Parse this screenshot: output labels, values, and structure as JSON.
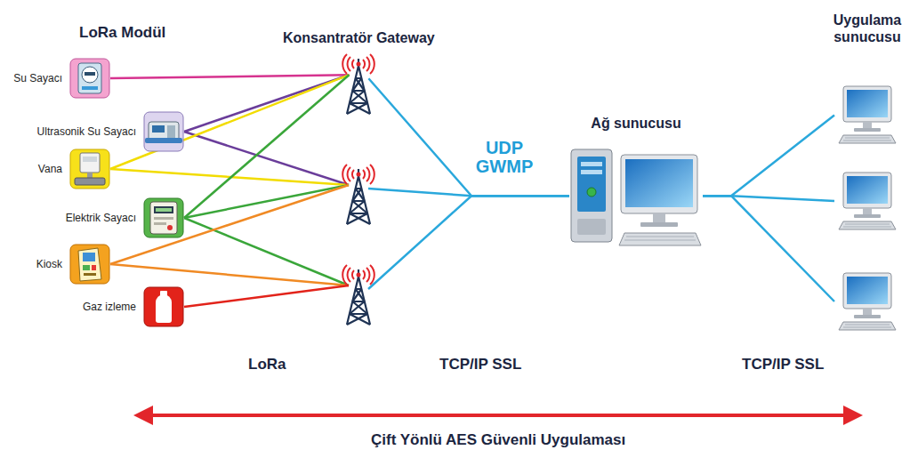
{
  "diagram": {
    "nodes": [
      {
        "text": [
          "Su Sayacı"
        ]
      },
      {
        "text": [
          "Ultrasonik Su Sayacı"
        ]
      },
      {
        "text": [
          "Vana"
        ]
      },
      {
        "text": [
          "Elektrik Sayacı"
        ]
      },
      {
        "text": [
          "Kiosk"
        ]
      },
      {
        "text": [
          "Gaz izleme"
        ]
      },
      {
        "text": [
          "Konsantratör Gateway"
        ]
      },
      {
        "text": []
      },
      {
        "text": []
      },
      {
        "text": [
          "Ağ sunucusu"
        ]
      },
      {
        "text": [
          "Uygulama sunucusu"
        ]
      },
      {
        "text": []
      },
      {
        "text": []
      }
    ],
    "edges": [
      {
        "from": 0,
        "to": 6,
        "arrow": "none"
      },
      {
        "from": 1,
        "to": 6,
        "arrow": "none"
      },
      {
        "from": 1,
        "to": 7,
        "arrow": "none"
      },
      {
        "from": 2,
        "to": 6,
        "arrow": "none"
      },
      {
        "from": 2,
        "to": 7,
        "arrow": "none"
      },
      {
        "from": 3,
        "to": 6,
        "arrow": "none"
      },
      {
        "from": 3,
        "to": 7,
        "arrow": "none"
      },
      {
        "from": 3,
        "to": 8,
        "arrow": "none"
      },
      {
        "from": 4,
        "to": 7,
        "arrow": "none"
      },
      {
        "from": 4,
        "to": 8,
        "arrow": "none"
      },
      {
        "from": 5,
        "to": 8,
        "arrow": "none"
      },
      {
        "from": 6,
        "to": 9,
        "arrow": "none"
      },
      {
        "from": 7,
        "to": 9,
        "arrow": "none"
      },
      {
        "from": 8,
        "to": 9,
        "arrow": "none"
      },
      {
        "from": 9,
        "to": 10,
        "arrow": "none"
      },
      {
        "from": 9,
        "to": 11,
        "arrow": "none"
      },
      {
        "from": 9,
        "to": 12,
        "arrow": "none"
      }
    ],
    "labels": [
      "LoRa Modül",
      "UDP GWMP",
      "LoRa",
      "TCP/IP SSL",
      "TCP/IP SSL",
      "Çift Yönlü AES Güvenli Uygulaması"
    ]
  }
}
